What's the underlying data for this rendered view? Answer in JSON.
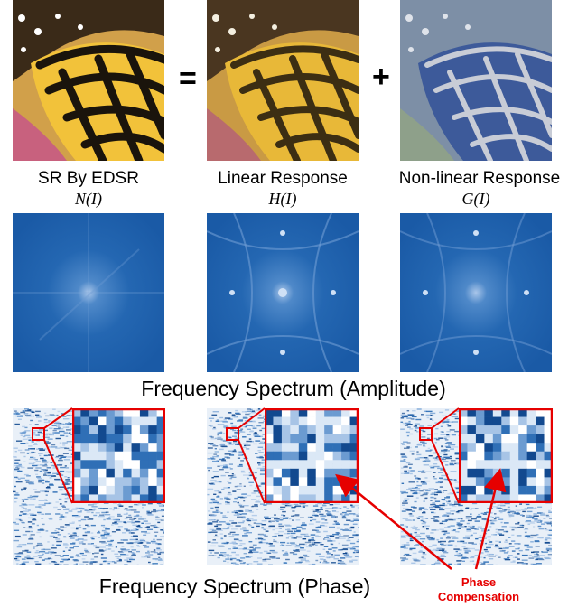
{
  "operators": {
    "equals": "=",
    "plus": "+"
  },
  "columns": [
    {
      "caption": "SR By EDSR",
      "formula": "N(I)"
    },
    {
      "caption": "Linear Response",
      "formula": "H(I)"
    },
    {
      "caption": "Non-linear Response",
      "formula": "G(I)"
    }
  ],
  "sections": {
    "amplitude_title": "Frequency Spectrum (Amplitude)",
    "phase_title": "Frequency Spectrum (Phase)"
  },
  "annotation": {
    "line1": "Phase",
    "line2": "Compensation"
  },
  "colors": {
    "highlight": "#e60000",
    "spectrum_blue": "#1f5fa8"
  }
}
